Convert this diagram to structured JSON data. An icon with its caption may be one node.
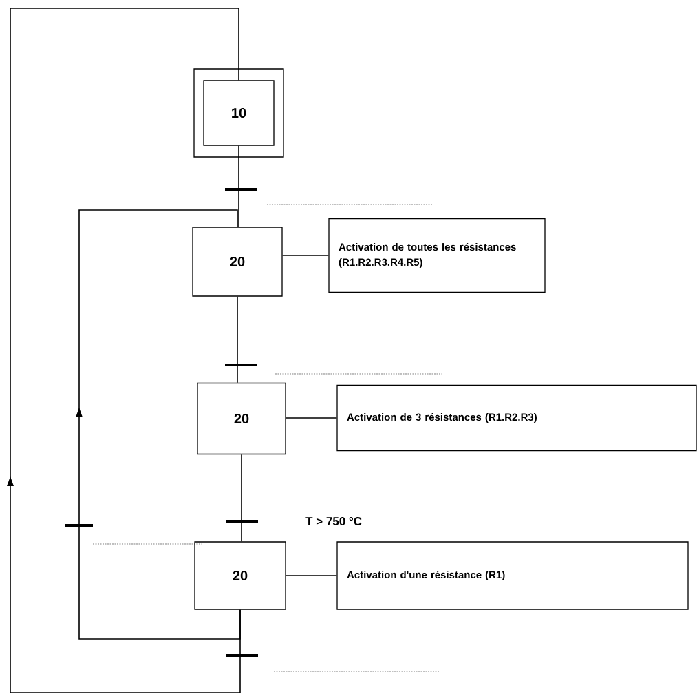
{
  "diagram": {
    "nodes": [
      {
        "text": [
          "10"
        ]
      },
      {
        "text": [
          "20"
        ]
      },
      {
        "text": [
          "Activation de toutes les résistances (R1.R2.R3.R4.R5)"
        ]
      },
      {
        "text": [
          "20"
        ]
      },
      {
        "text": [
          "Activation de 3 résistances (R1.R2.R3)"
        ]
      },
      {
        "text": [
          "20"
        ]
      },
      {
        "text": [
          "Activation d'une résistance (R1)"
        ]
      }
    ],
    "edges": [
      {
        "from": 0,
        "to": 1,
        "arrow": "none"
      },
      {
        "from": 1,
        "to": 2,
        "arrow": "none"
      },
      {
        "from": 1,
        "to": 3,
        "arrow": "none"
      },
      {
        "from": 3,
        "to": 4,
        "arrow": "none"
      },
      {
        "from": 3,
        "to": 5,
        "arrow": "none"
      },
      {
        "from": 5,
        "to": 6,
        "arrow": "none"
      },
      {
        "from": 5,
        "to": 1,
        "arrow": "to"
      },
      {
        "from": 5,
        "to": 0,
        "arrow": "to"
      }
    ],
    "labels": [
      "T > 750 °C"
    ]
  }
}
